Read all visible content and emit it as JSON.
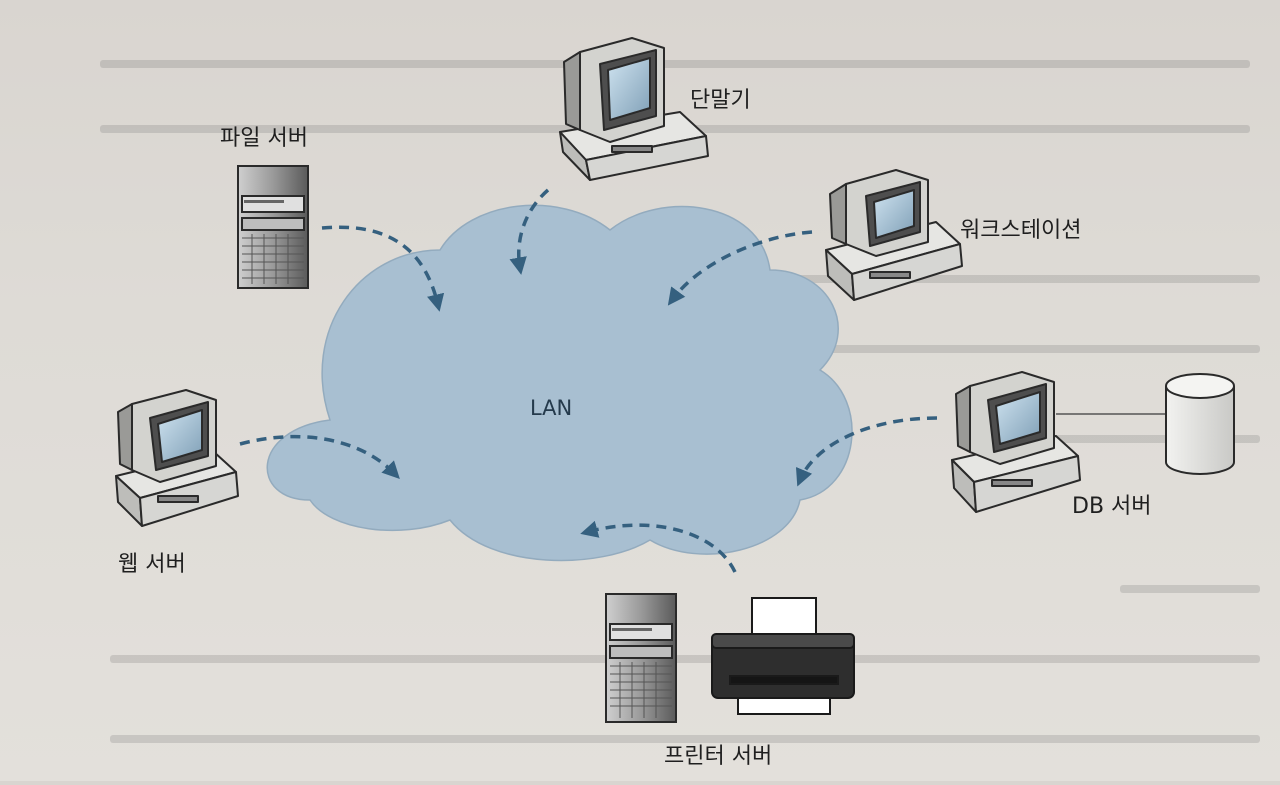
{
  "diagram": {
    "center_label": "LAN",
    "nodes": {
      "terminal": "단말기",
      "file_server": "파일 서버",
      "workstation": "워크스테이션",
      "web_server": "웹 서버",
      "db_server": "DB 서버",
      "printer_server": "프린터 서버"
    }
  },
  "colors": {
    "cloud": "#a8bfd1",
    "arrow": "#35607f",
    "device_body": "#ececea",
    "device_outline": "#2a2a2a"
  }
}
